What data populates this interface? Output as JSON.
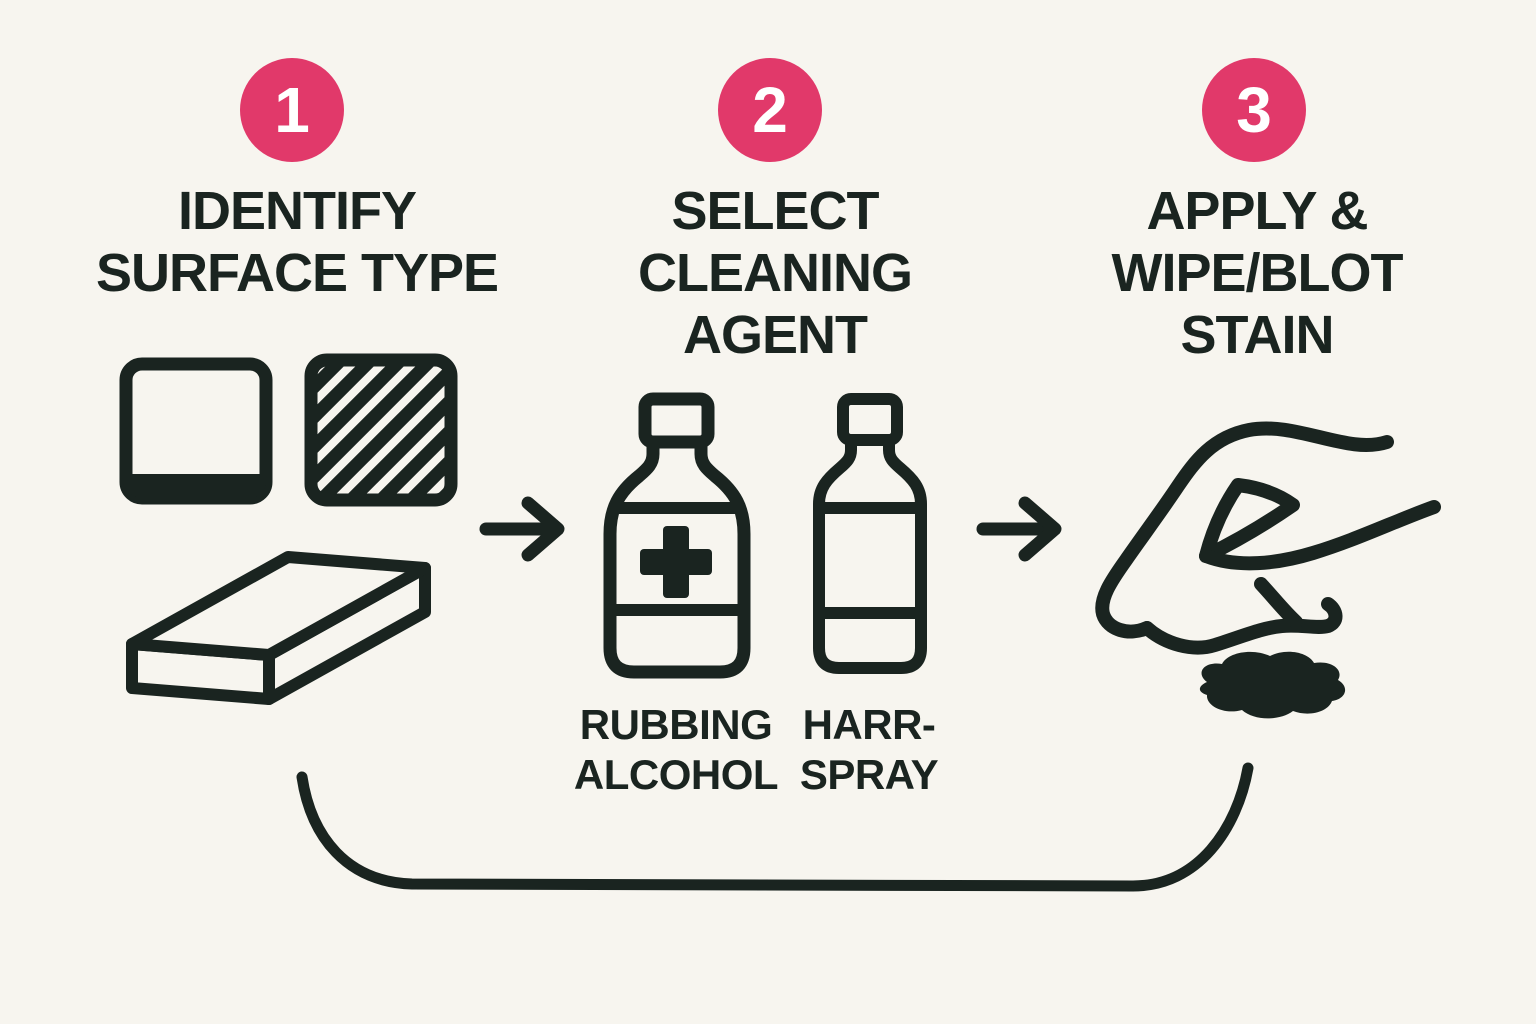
{
  "colors": {
    "background": "#F7F5EF",
    "ink": "#1A2420",
    "accent": "#E1396A",
    "badge_text": "#FFFFFF"
  },
  "steps": [
    {
      "number": "1",
      "lines": [
        "IDENTIFY",
        "SURFACE TYPE"
      ]
    },
    {
      "number": "2",
      "lines": [
        "SELECT",
        "CLEANING",
        "AGENT"
      ]
    },
    {
      "number": "3",
      "lines": [
        "APPLY &",
        "WIPE/BLOT",
        "STAIN"
      ]
    }
  ],
  "bottle_labels": [
    {
      "lines": [
        "RUBBING",
        "ALCOHOL"
      ]
    },
    {
      "lines": [
        "HARR-",
        "SPRAY"
      ]
    }
  ],
  "icons": {
    "step1": [
      "plain-surface-icon",
      "striped-surface-icon",
      "board-surface-icon"
    ],
    "step2": [
      "rubbing-alcohol-bottle-icon",
      "spray-bottle-icon"
    ],
    "step3": [
      "wiping-hand-icon",
      "stain-icon"
    ],
    "connectors": [
      "arrow-right-icon",
      "arrow-right-icon",
      "loop-back-curve-icon"
    ]
  }
}
